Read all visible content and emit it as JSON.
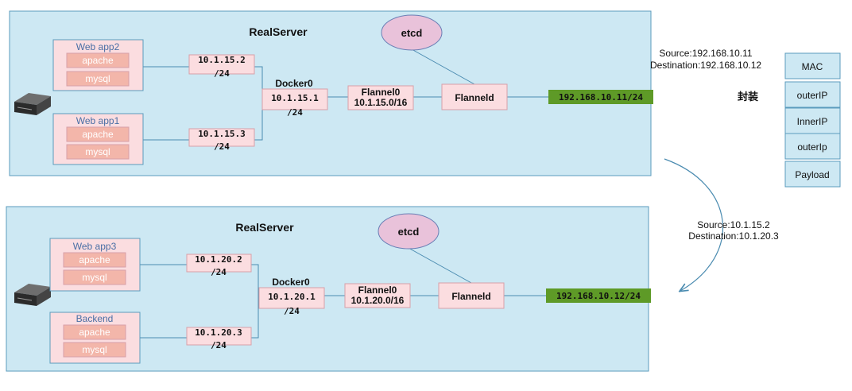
{
  "colors": {
    "panel": "#cde8f3",
    "panel_border": "#5b9bbd",
    "pink_box": "#fbdde0",
    "pink_border": "#d7a0a8",
    "inner_box": "#f3b6aa",
    "etcd_fill": "#e9c2da",
    "etcd_border": "#6a7fb5",
    "green": "#5e9a27",
    "stack_fill": "#cde8f3",
    "line": "#4a8bb0",
    "text_dark": "#111111"
  },
  "top": {
    "title": "RealServer",
    "etcd": "etcd",
    "apps": [
      {
        "name": "Web app2",
        "svc1": "apache",
        "svc2": "mysql"
      },
      {
        "name": "Web app1",
        "svc1": "apache",
        "svc2": "mysql"
      }
    ],
    "ip_a_line1": "10.1.15.2",
    "ip_a_line2": "/24",
    "ip_b_line1": "10.1.15.3",
    "ip_b_line2": "/24",
    "docker_title": "Docker0",
    "docker_line1": "10.1.15.1",
    "docker_line2": "/24",
    "flannel_title": "Flannel0",
    "flannel_subnet": "10.1.15.0/16",
    "flanneld": "Flanneld",
    "host_ip": "192.168.10.11/24"
  },
  "bottom": {
    "title": "RealServer",
    "etcd": "etcd",
    "apps": [
      {
        "name": "Web app3",
        "svc1": "apache",
        "svc2": "mysql"
      },
      {
        "name": "Backend",
        "svc1": "apache",
        "svc2": "mysql"
      }
    ],
    "ip_a_line1": "10.1.20.2",
    "ip_a_line2": "/24",
    "ip_b_line1": "10.1.20.3",
    "ip_b_line2": "/24",
    "docker_title": "Docker0",
    "docker_line1": "10.1.20.1",
    "docker_line2": "/24",
    "flannel_title": "Flannel0",
    "flannel_subnet": "10.1.20.0/16",
    "flanneld": "Flanneld",
    "host_ip": "192.168.10.12/24"
  },
  "outer_packet": {
    "source": "Source:192.168.10.11",
    "destination": "Destination:192.168.10.12"
  },
  "inner_packet": {
    "source": "Source:10.1.15.2",
    "destination": "Destination:10.1.20.3"
  },
  "encapsulation_label": "封装",
  "packet_stack": [
    "MAC",
    "outerIP",
    "InnerIP",
    "outerIp",
    "Payload"
  ]
}
